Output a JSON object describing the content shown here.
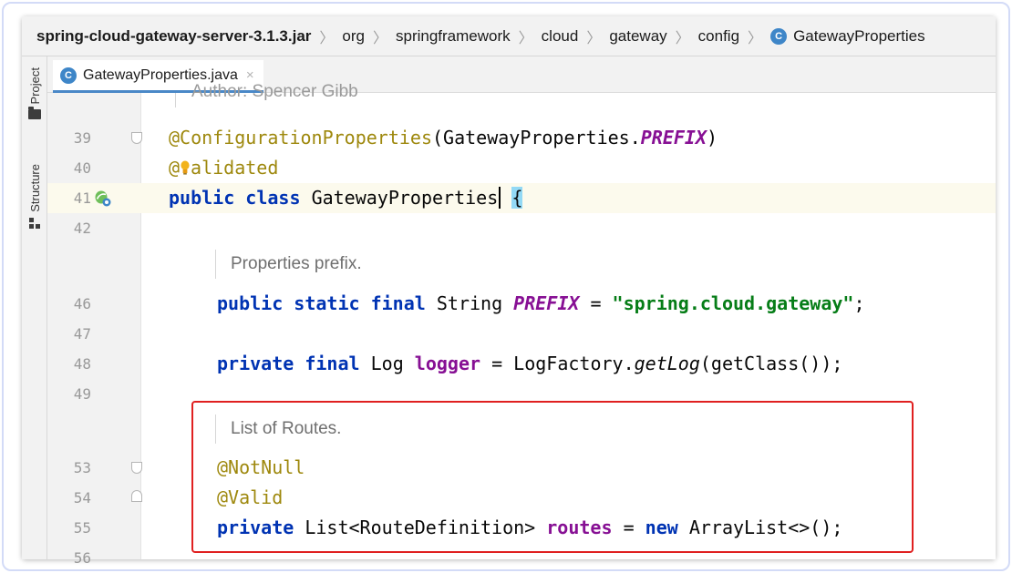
{
  "breadcrumb": {
    "jar": "spring-cloud-gateway-server-3.1.3.jar",
    "segments": [
      "org",
      "springframework",
      "cloud",
      "gateway",
      "config"
    ],
    "class_badge": "C",
    "class_name": "GatewayProperties"
  },
  "tool_strip": {
    "project_label": "Project",
    "structure_label": "Structure"
  },
  "tab": {
    "badge": "C",
    "label": "GatewayProperties.java",
    "close_glyph": "×"
  },
  "editor": {
    "clipped_doc_text": "Author: Spencer Gibb",
    "line_numbers": {
      "l39": "39",
      "l40": "40",
      "l41": "41",
      "l42": "42",
      "l46": "46",
      "l47": "47",
      "l48": "48",
      "l49": "49",
      "l53": "53",
      "l54": "54",
      "l55": "55",
      "l56": "56"
    },
    "doc_properties_prefix": "Properties prefix.",
    "doc_list_of_routes": "List of Routes.",
    "l39": {
      "annotation": "@ConfigurationProperties",
      "open": "(GatewayProperties.",
      "const": "PREFIX",
      "close": ")"
    },
    "l40": {
      "at": "@",
      "rest": "alidated"
    },
    "l41": {
      "kw_public": "public",
      "kw_class": "class",
      "name": "GatewayProperties",
      "brace": "{"
    },
    "l46": {
      "kw1": "public",
      "kw2": "static",
      "kw3": "final",
      "type": "String",
      "field": "PREFIX",
      "eq": "=",
      "value": "\"spring.cloud.gateway\"",
      "semi": ";"
    },
    "l48": {
      "kw1": "private",
      "kw2": "final",
      "type": "Log",
      "field": "logger",
      "eq": "=",
      "factory": "LogFactory.",
      "method": "getLog",
      "args": "(getClass());"
    },
    "l53": {
      "annotation": "@NotNull"
    },
    "l54": {
      "annotation": "@Valid"
    },
    "l55": {
      "kw1": "private",
      "type": "List<RouteDefinition>",
      "field": "routes",
      "eq": "=",
      "kw_new": "new",
      "ctor": "ArrayList<>();"
    }
  },
  "colors": {
    "keyword": "#0033b3",
    "annotation": "#9e880d",
    "field": "#871094",
    "string": "#067d17",
    "highlight_box": "#e02020",
    "class_badge": "#3e86c8"
  }
}
